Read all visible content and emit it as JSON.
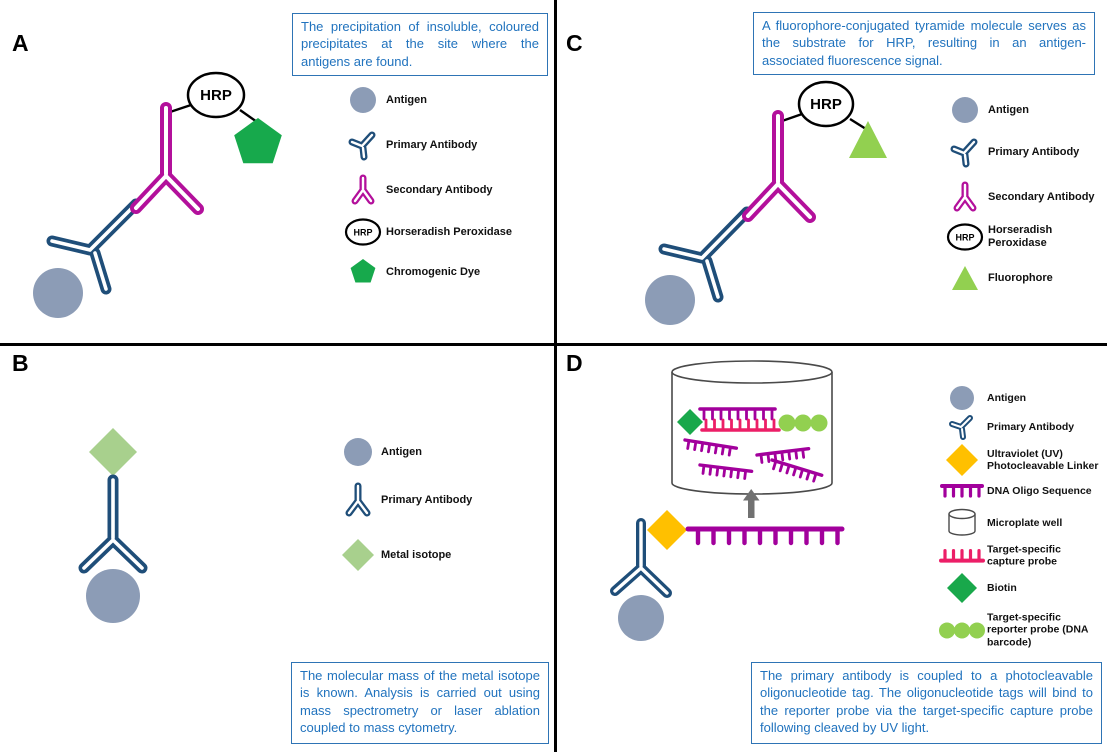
{
  "figure": {
    "type": "four-panel immunoassay detection methods diagram",
    "panels": [
      "A",
      "B",
      "C",
      "D"
    ]
  },
  "colors": {
    "antigen": "#8C9CB6",
    "primary_antibody": "#1F4E79",
    "secondary_antibody": "#B3109B",
    "hrp_outline": "#000000",
    "chromogenic_dye": "#17A94C",
    "fluorophore": "#92D050",
    "metal_isotope": "#A8D08D",
    "uv_linker": "#FFC000",
    "dna_oligo": "#A2009C",
    "capture_probe": "#EC1E67",
    "biotin": "#19A84B",
    "reporter_probe": "#92D050",
    "caption_text": "#2173BE",
    "caption_border": "#2E74B5",
    "divider": "#000000",
    "arrow_gray": "#717171"
  },
  "panels": {
    "A": {
      "label": "A",
      "hrp_text": "HRP",
      "caption": "The precipitation of insoluble, coloured precipitates at the site where the antigens are found.",
      "legend": [
        {
          "icon": "antigen-circle-icon",
          "label": "Antigen"
        },
        {
          "icon": "primary-antibody-icon",
          "label": "Primary Antibody"
        },
        {
          "icon": "secondary-antibody-icon",
          "label": "Secondary Antibody"
        },
        {
          "icon": "hrp-ellipse-icon",
          "label": "Horseradish Peroxidase"
        },
        {
          "icon": "chromogenic-pentagon-icon",
          "label": "Chromogenic Dye"
        }
      ]
    },
    "B": {
      "label": "B",
      "caption": "The molecular mass of the metal isotope is known. Analysis is carried out using mass spectrometry or laser ablation coupled to mass cytometry.",
      "legend": [
        {
          "icon": "antigen-circle-icon",
          "label": "Antigen"
        },
        {
          "icon": "primary-antibody-icon",
          "label": "Primary Antibody"
        },
        {
          "icon": "metal-isotope-diamond-icon",
          "label": "Metal isotope"
        }
      ]
    },
    "C": {
      "label": "C",
      "hrp_text": "HRP",
      "caption": "A fluorophore-conjugated tyramide molecule serves as the substrate for HRP, resulting in an antigen-associated fluorescence signal.",
      "legend": [
        {
          "icon": "antigen-circle-icon",
          "label": "Antigen"
        },
        {
          "icon": "primary-antibody-icon",
          "label": "Primary Antibody"
        },
        {
          "icon": "secondary-antibody-icon",
          "label": "Secondary Antibody"
        },
        {
          "icon": "hrp-ellipse-icon",
          "label": "Horseradish Peroxidase"
        },
        {
          "icon": "fluorophore-triangle-icon",
          "label": "Fluorophore"
        }
      ]
    },
    "D": {
      "label": "D",
      "caption": "The primary antibody is coupled to a photocleavable oligonucleotide tag. The oligonucleotide tags will bind to the reporter probe via the target-specific capture probe following cleaved by UV light.",
      "legend": [
        {
          "icon": "antigen-circle-icon",
          "label": "Antigen"
        },
        {
          "icon": "primary-antibody-icon",
          "label": "Primary Antibody"
        },
        {
          "icon": "uv-linker-diamond-icon",
          "label": "Ultraviolet (UV) Photocleavable Linker"
        },
        {
          "icon": "dna-oligo-comb-icon",
          "label": "DNA Oligo Sequence"
        },
        {
          "icon": "microplate-well-icon",
          "label": "Microplate well"
        },
        {
          "icon": "capture-probe-comb-icon",
          "label": "Target-specific capture probe"
        },
        {
          "icon": "biotin-diamond-icon",
          "label": "Biotin"
        },
        {
          "icon": "reporter-probe-circles-icon",
          "label": "Target-specific reporter probe (DNA barcode)"
        }
      ]
    }
  }
}
